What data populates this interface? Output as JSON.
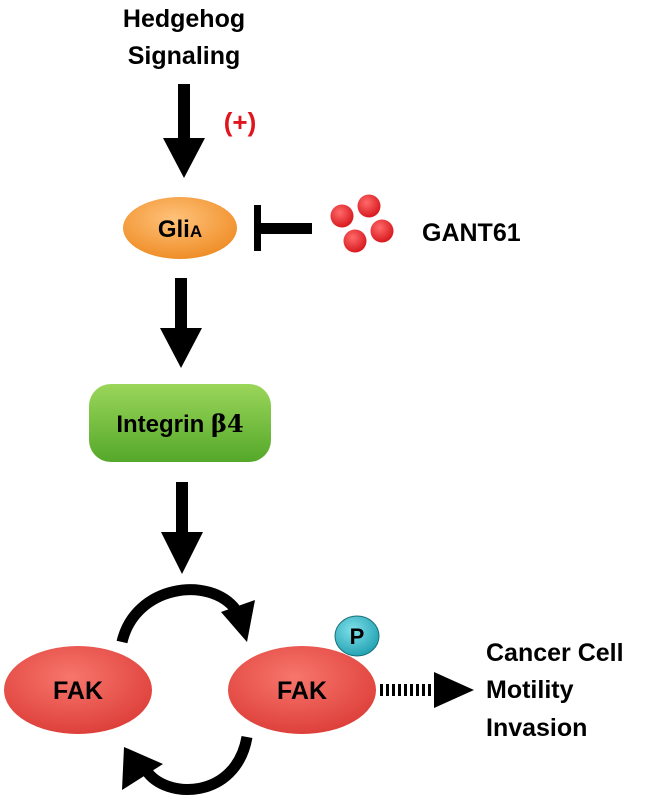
{
  "top_label": {
    "line1": "Hedgehog",
    "line2": "Signaling"
  },
  "activation_sign": "(+)",
  "gli": {
    "main": "Gli",
    "subscript": "A"
  },
  "inhibitor": {
    "name": "GANT61"
  },
  "integrin": {
    "name": "Integrin",
    "symbol": "β4"
  },
  "fak_left": "FAK",
  "fak_right": "FAK",
  "phospho_badge": "P",
  "outcome": {
    "line1": "Cancer Cell",
    "line2": "Motility",
    "line3": "Invasion"
  },
  "colors": {
    "gli": "#f39a3c",
    "integrin": "#6dbb3a",
    "fak": "#e8504c",
    "gant61_dots": "#e5262b",
    "phospho": "#2fb5c4",
    "plus_sign": "#e0141e",
    "arrows": "#000000"
  }
}
